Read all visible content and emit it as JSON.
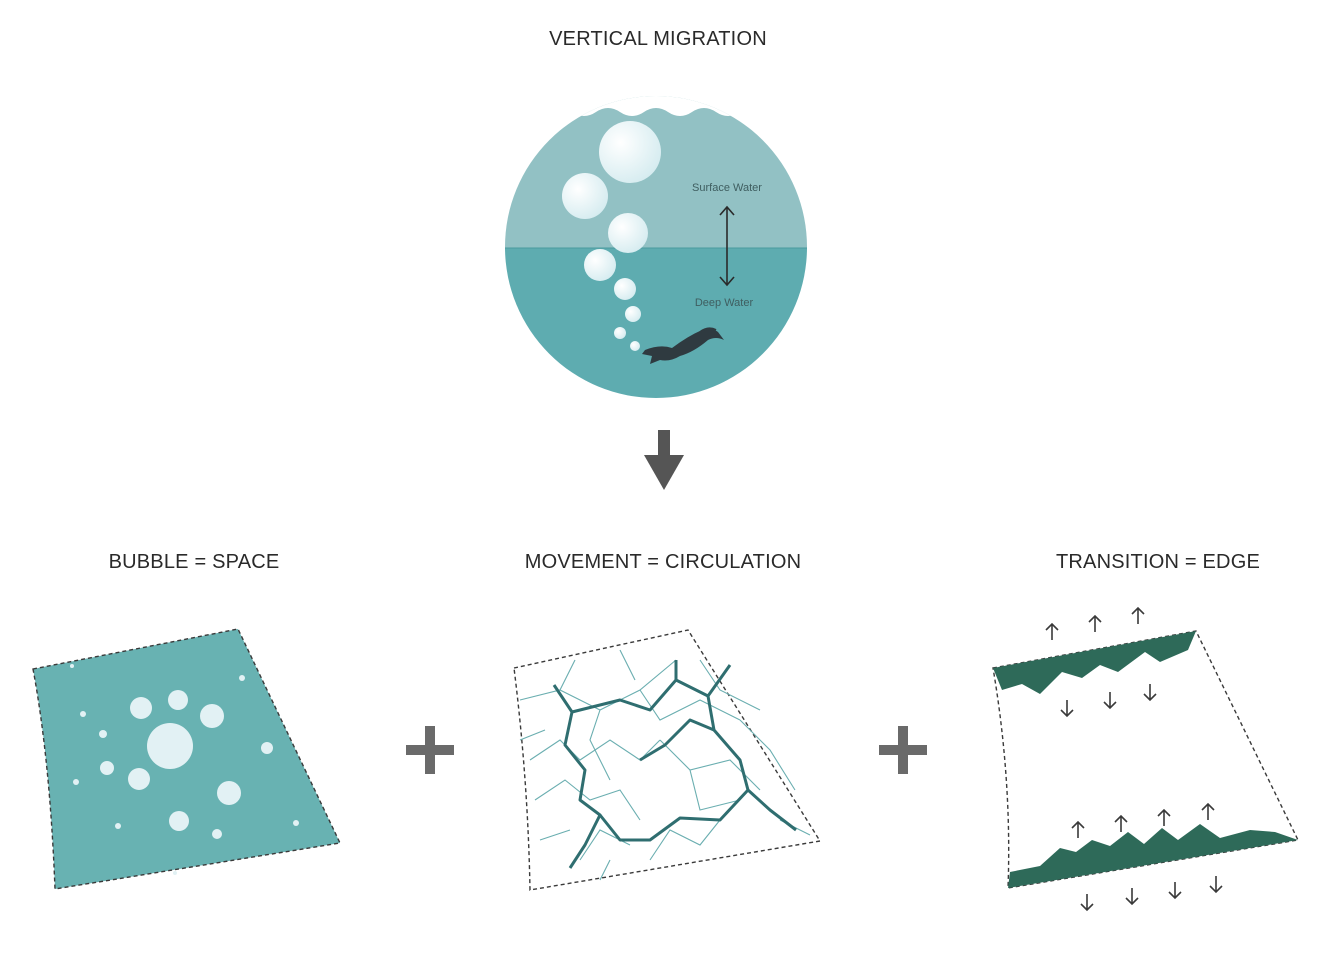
{
  "header": {
    "title": "VERTICAL MIGRATION"
  },
  "circle": {
    "surface_label": "Surface Water",
    "deep_label": "Deep Water"
  },
  "panels": [
    {
      "title": "BUBBLE = SPACE"
    },
    {
      "title": "MOVEMENT = CIRCULATION"
    },
    {
      "title": "TRANSITION = EDGE"
    }
  ],
  "colors": {
    "surface_water": "#92c1c4",
    "deep_water": "#5eacb0",
    "panel_fill": "#68b2b2",
    "edge_green": "#2e6a59",
    "arrow_gray": "#555555",
    "bubble": "#e2f1f4"
  }
}
